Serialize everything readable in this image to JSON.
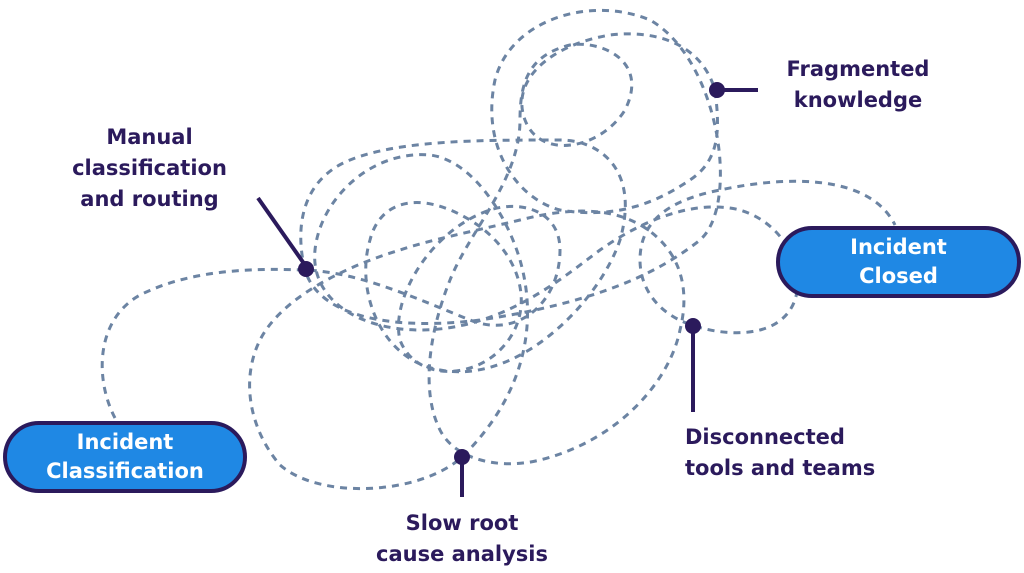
{
  "colors": {
    "path": "#6c84a3",
    "marker": "#2b1a5c",
    "pill_fill": "#1f88e4",
    "pill_text": "#ffffff",
    "label_text": "#2b1a5c"
  },
  "start_node": {
    "line1": "Incident",
    "line2": "Classification"
  },
  "end_node": {
    "line1": "Incident",
    "line2": "Closed"
  },
  "pain_points": [
    {
      "id": "manual",
      "lines": [
        "Manual",
        "classification",
        "and routing"
      ]
    },
    {
      "id": "fragmented",
      "lines": [
        "Fragmented",
        "knowledge"
      ]
    },
    {
      "id": "disconnected",
      "lines": [
        "Disconnected",
        "tools and teams"
      ]
    },
    {
      "id": "slow",
      "lines": [
        "Slow root",
        "cause analysis"
      ]
    }
  ]
}
